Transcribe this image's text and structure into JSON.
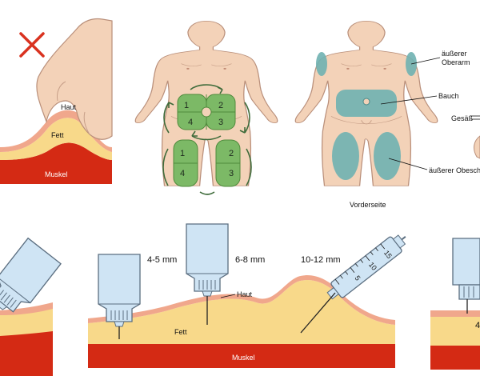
{
  "layers": {
    "skin": "Haut",
    "fat": "Fett",
    "muscle": "Muskel"
  },
  "front_view": {
    "caption": "Vorderseite",
    "sites": {
      "upper_arm": [
        "äußerer",
        "Oberarm"
      ],
      "belly": "Bauch",
      "buttocks": "Gesäß",
      "thigh": "äußerer Obesche"
    }
  },
  "rotation_zones": [
    "1",
    "2",
    "4",
    "3",
    "1",
    "2",
    "4",
    "3"
  ],
  "needles": [
    {
      "length": "4-5 mm"
    },
    {
      "length": "6-8 mm"
    },
    {
      "length": "10-12 mm"
    }
  ],
  "syringe_scale": [
    "15",
    "10",
    "5"
  ],
  "partial_right_label": "4",
  "colors": {
    "skin_tone": "#f3d2b8",
    "skin_outline": "#b98f7a",
    "skin_layer": "#f0a78c",
    "fat": "#f8d98a",
    "muscle": "#d42a14",
    "zone_green": "#7cb966",
    "zone_teal": "#6fb1b1",
    "wrong_mark": "#d9321f",
    "pen_body": "#cfe4f4",
    "pen_outline": "#5b6e80"
  }
}
